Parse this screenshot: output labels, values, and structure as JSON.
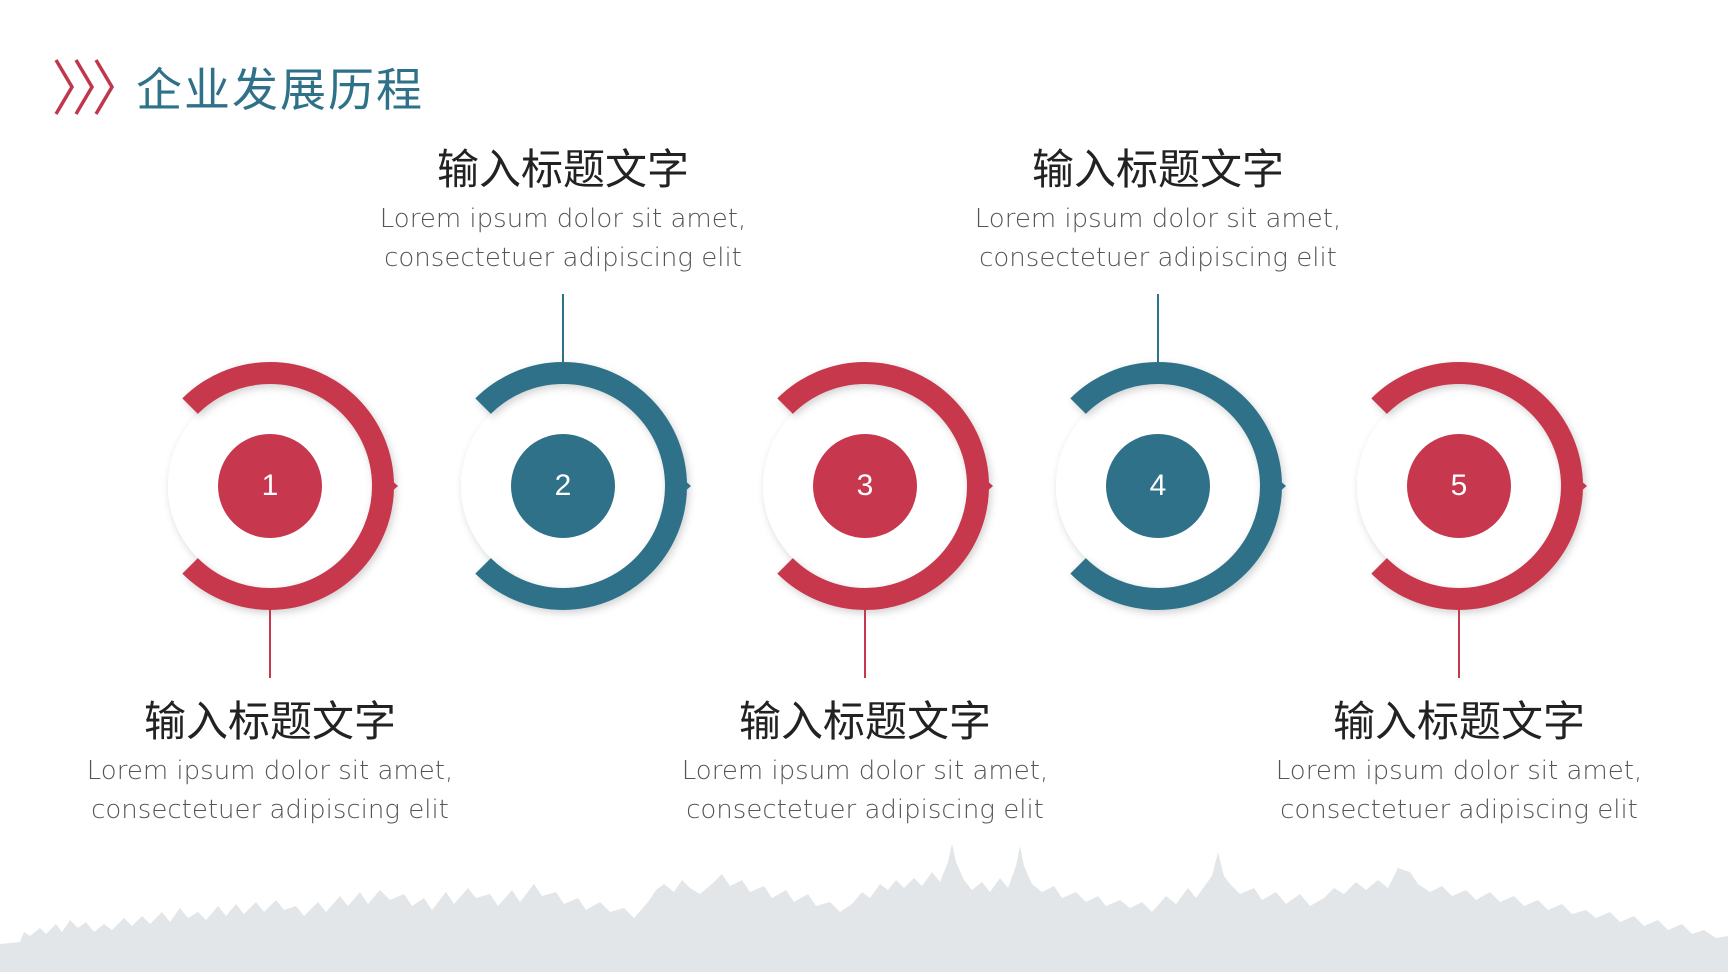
{
  "header": {
    "title": "企业发展历程",
    "accent_color": "#c0364a",
    "title_color": "#2e7189",
    "chevron_icon": "triple-chevron-right-icon"
  },
  "colors": {
    "red": "#c7374d",
    "blue": "#2e7189",
    "skyline": "#e3e6e8"
  },
  "steps": [
    {
      "number": "1",
      "title": "输入标题文字",
      "desc_line1": "Lorem ipsum dolor sit amet,",
      "desc_line2": "consectetuer adipiscing elit",
      "color": "red",
      "text_position": "below"
    },
    {
      "number": "2",
      "title": "输入标题文字",
      "desc_line1": "Lorem ipsum dolor sit amet,",
      "desc_line2": "consectetuer adipiscing elit",
      "color": "blue",
      "text_position": "above"
    },
    {
      "number": "3",
      "title": "输入标题文字",
      "desc_line1": "Lorem ipsum dolor sit amet,",
      "desc_line2": "consectetuer adipiscing elit",
      "color": "red",
      "text_position": "below"
    },
    {
      "number": "4",
      "title": "输入标题文字",
      "desc_line1": "Lorem ipsum dolor sit amet,",
      "desc_line2": "consectetuer adipiscing elit",
      "color": "blue",
      "text_position": "above"
    },
    {
      "number": "5",
      "title": "输入标题文字",
      "desc_line1": "Lorem ipsum dolor sit amet,",
      "desc_line2": "consectetuer adipiscing elit",
      "color": "red",
      "text_position": "below"
    }
  ]
}
